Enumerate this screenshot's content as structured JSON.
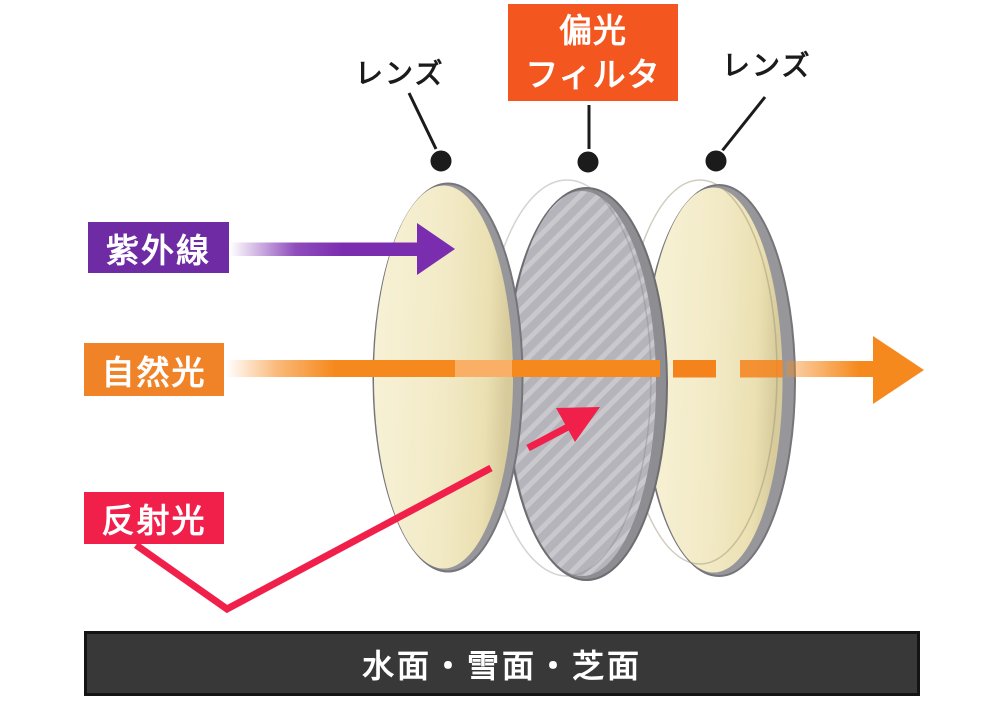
{
  "labels": {
    "lens_left": "レンズ",
    "filter_line1": "偏光",
    "filter_line2": "フィルタ",
    "lens_right": "レンズ",
    "uv": "紫外線",
    "natural": "自然光",
    "reflected": "反射光",
    "surfaces": "水面・雪面・芝面"
  },
  "colors": {
    "filter_label_bg": "#f3561f",
    "uv_label_bg": "#6e2ba3",
    "uv_arrow": "#7b2db0",
    "natural_label_bg": "#f08327",
    "natural_beam": "#f6891d",
    "natural_beam_dash": "#f5831c",
    "reflected_label_bg": "#f0204b",
    "reflected_beam": "#f0204b",
    "surface_bar_bg": "#383838",
    "lens_face": "#f3ecca",
    "lens_rim": "#97979b",
    "filter_face": "#b4b4ba",
    "filter_stripe": "#c8c8cd",
    "marker": "#1b1b1b"
  }
}
